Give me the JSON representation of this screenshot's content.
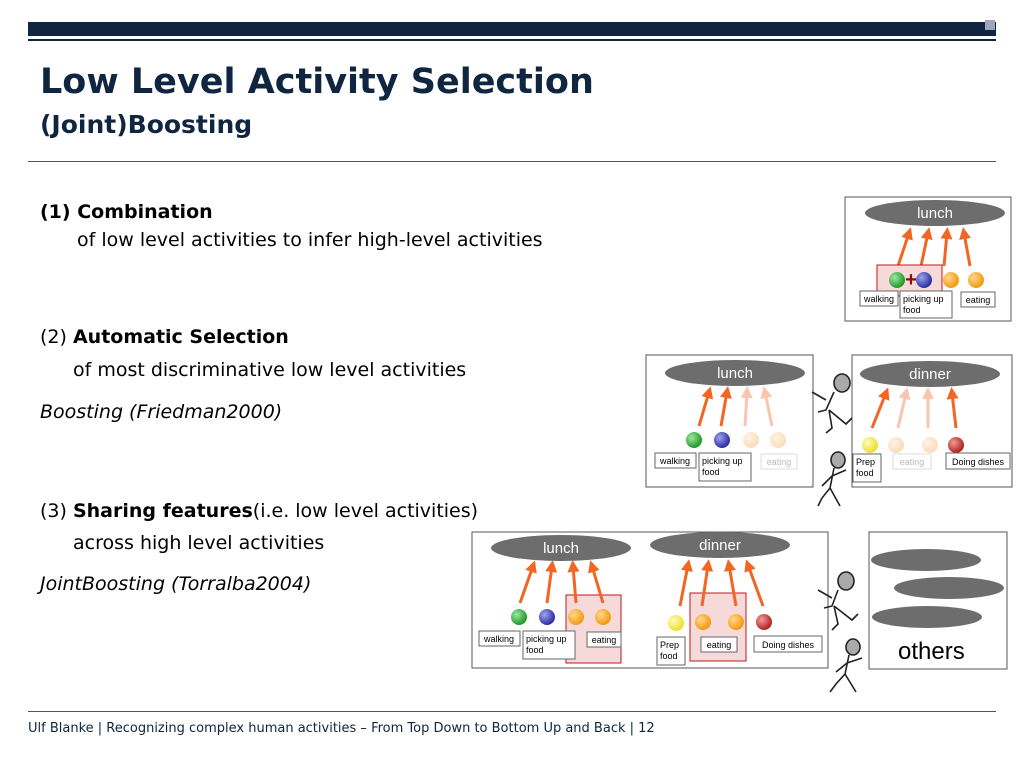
{
  "slide": {
    "title": "Low Level Activity Selection",
    "subtitle": "(Joint)Boosting",
    "footer": "Ulf Blanke | Recognizing complex human activities – From Top Down to Bottom Up and Back | 12"
  },
  "points": [
    {
      "number": "(1)",
      "heading": "Combination",
      "detail": "of low level activities to infer high-level activities",
      "citation": ""
    },
    {
      "number": "(2)",
      "heading": "Automatic Selection",
      "detail": "of most discriminative low level activities",
      "citation": "Boosting (Friedman2000)"
    },
    {
      "number": "(3)",
      "heading": "Sharing features",
      "heading_suffix": "(i.e. low level activities)",
      "detail": "across high level activities",
      "citation": "JointBoosting (Torralba2004)"
    }
  ],
  "diagram": {
    "high_level": {
      "lunch": "lunch",
      "dinner": "dinner",
      "others": "others"
    },
    "low_level": {
      "walking": "walking",
      "picking_up_food": "picking up food",
      "eating": "eating",
      "prep_food": "Prep food",
      "doing_dishes": "Doing dishes"
    },
    "plus_sign": "+",
    "colors": {
      "arrow": "#f26522",
      "arrow_faded": "#f8c6ae",
      "pill": "#6d6d6d",
      "highlight": "#c0151d",
      "green": "#2fae3a",
      "blue": "#3a3fb5",
      "orange": "#f7a21b",
      "yellow": "#f3e53b",
      "red": "#c0292b"
    }
  }
}
